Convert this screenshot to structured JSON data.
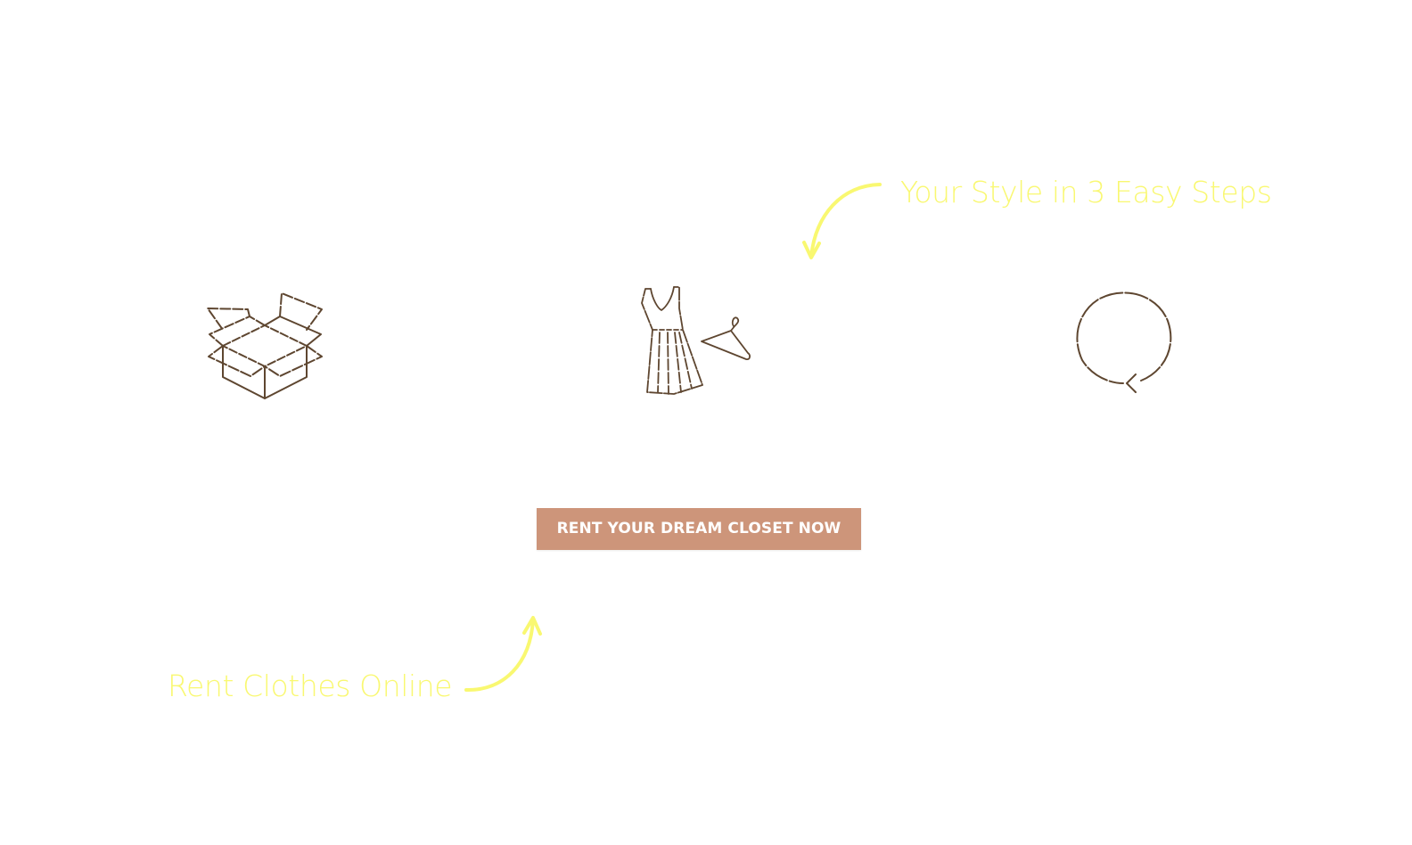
{
  "headings": {
    "steps_heading": "Your Style in 3 Easy Steps",
    "rent_online": "Rent Clothes Online"
  },
  "steps": [
    {
      "icon": "open-box-icon"
    },
    {
      "icon": "dress-hanger-icon"
    },
    {
      "icon": "return-cycle-icon"
    }
  ],
  "cta": {
    "label": "RENT YOUR DREAM CLOSET NOW"
  },
  "colors": {
    "background": "#ffffff",
    "highlight_yellow": "#f9f871",
    "icon_brown": "#5e4630",
    "button_background": "#cd957a",
    "button_text": "#ffffff"
  }
}
